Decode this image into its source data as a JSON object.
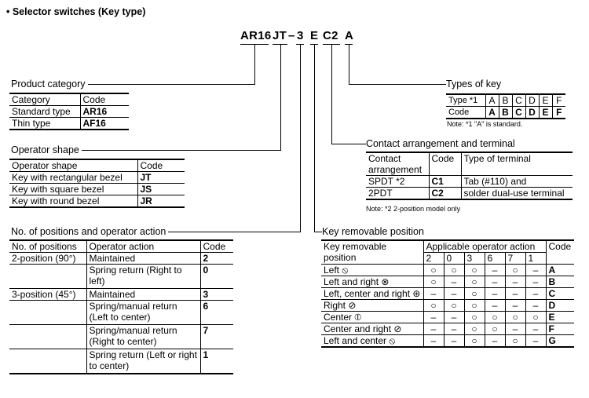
{
  "title": "• Selector switches (Key type)",
  "model_code": {
    "p1": "AR16",
    "p2": "JT",
    "dash": "–",
    "p3": "3",
    "p4": "E",
    "p5": "C2",
    "p6": "A"
  },
  "product_category": {
    "heading": "Product category",
    "headers": [
      "Category",
      "Code"
    ],
    "rows": [
      [
        "Standard type",
        "AR16"
      ],
      [
        "Thin type",
        "AF16"
      ]
    ]
  },
  "operator_shape": {
    "heading": "Operator shape",
    "headers": [
      "Operator shape",
      "Code"
    ],
    "rows": [
      [
        "Key with rectangular bezel",
        "JT"
      ],
      [
        "Key with square bezel",
        "JS"
      ],
      [
        "Key with round bezel",
        "JR"
      ]
    ]
  },
  "positions": {
    "heading": "No. of positions and operator action",
    "headers": [
      "No. of positions",
      "Operator action",
      "Code"
    ],
    "rows": [
      {
        "pos": "2-position (90°)",
        "action": "Maintained",
        "code": "2"
      },
      {
        "pos": "",
        "action": "Spring return (Right to left)",
        "code": "0"
      },
      {
        "pos": "3-position (45°)",
        "action": "Maintained",
        "code": "3"
      },
      {
        "pos": "",
        "action": "Spring/manual return (Left to center)",
        "code": "6"
      },
      {
        "pos": "",
        "action": "Spring/manual return (Right to center)",
        "code": "7"
      },
      {
        "pos": "",
        "action": "Spring return (Left or right to center)",
        "code": "1"
      }
    ]
  },
  "types_of_key": {
    "heading": "Types of key",
    "row1": [
      "Type *1",
      "A",
      "B",
      "C",
      "D",
      "E",
      "F"
    ],
    "row2": [
      "Code",
      "A",
      "B",
      "C",
      "D",
      "E",
      "F"
    ],
    "note": "Note: *1 \"A\" is standard."
  },
  "contact": {
    "heading": "Contact arrangement and terminal",
    "headers": [
      "Contact arrangement",
      "Code",
      "Type of terminal"
    ],
    "rows": [
      [
        "SPDT *2",
        "C1",
        "Tab (#110) and"
      ],
      [
        "2PDT",
        "C2",
        "solder dual-use terminal"
      ]
    ],
    "note": "Note: *2 2-position model only"
  },
  "key_removable": {
    "heading": "Key removable position",
    "headers": [
      "Key removable position",
      "Applicable operator action",
      "Code"
    ],
    "action_cols": [
      "2",
      "0",
      "3",
      "6",
      "7",
      "1"
    ],
    "rows": [
      {
        "label": "Left ⦸",
        "marks": [
          "○",
          "○",
          "○",
          "–",
          "○",
          "–"
        ],
        "code": "A"
      },
      {
        "label": "Left and right ⊗",
        "marks": [
          "○",
          "–",
          "○",
          "–",
          "–",
          "–"
        ],
        "code": "B"
      },
      {
        "label": "Left, center and right ⊛",
        "marks": [
          "–",
          "–",
          "○",
          "–",
          "–",
          "–"
        ],
        "code": "C"
      },
      {
        "label": "Right ⊘",
        "marks": [
          "○",
          "○",
          "○",
          "–",
          "–",
          "–"
        ],
        "code": "D"
      },
      {
        "label": "Center ⦶",
        "marks": [
          "–",
          "–",
          "○",
          "○",
          "○",
          "○"
        ],
        "code": "E"
      },
      {
        "label": "Center and right ⊘",
        "marks": [
          "–",
          "–",
          "○",
          "○",
          "–",
          "–"
        ],
        "code": "F"
      },
      {
        "label": "Left and center ⦸",
        "marks": [
          "–",
          "–",
          "○",
          "–",
          "○",
          "–"
        ],
        "code": "G"
      }
    ]
  }
}
